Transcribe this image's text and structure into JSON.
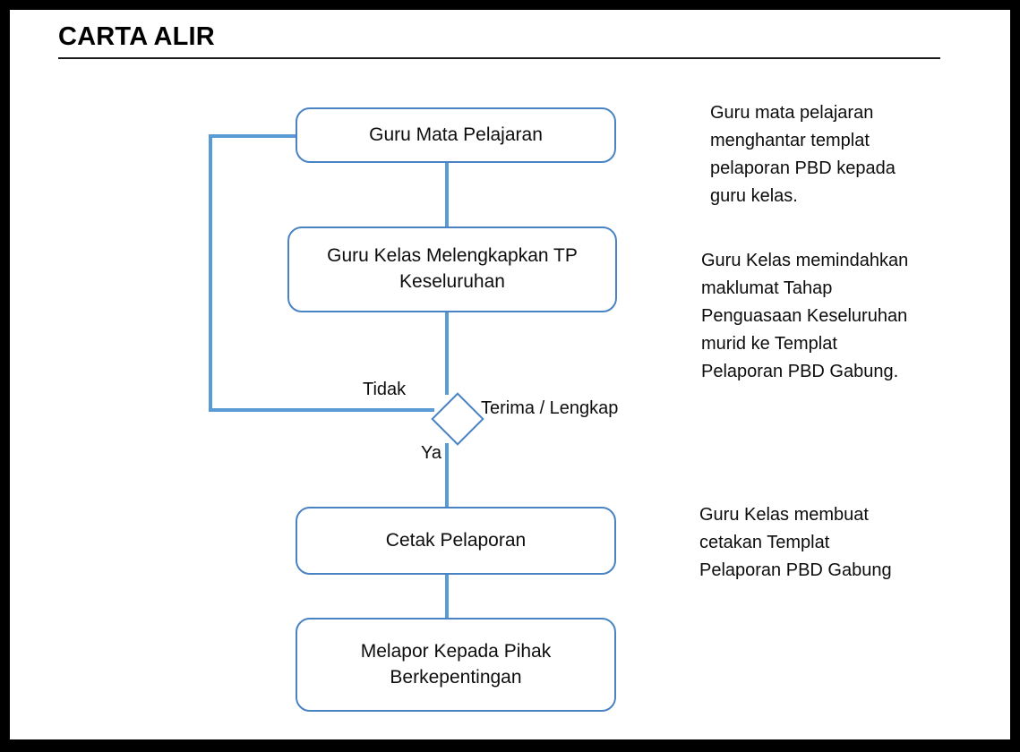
{
  "slide": {
    "title": "CARTA ALIR",
    "background_color": "#ffffff",
    "frame_color": "#000000",
    "title_rule_color": "#1a1a1a"
  },
  "theme": {
    "shape_border_color": "#4a83c4",
    "connector_color": "#5b9bd5",
    "text_color": "#0d0d0d"
  },
  "flowchart": {
    "type": "flowchart",
    "nodes": [
      {
        "id": "guru-mata-pelajaran",
        "shape": "rounded-rectangle",
        "label": "Guru Mata Pelajaran"
      },
      {
        "id": "guru-kelas-tp",
        "shape": "rounded-rectangle",
        "label": "Guru Kelas Melengkapkan TP\nKeseluruhan"
      },
      {
        "id": "terima-lengkap",
        "shape": "diamond",
        "label": "Terima / Lengkap"
      },
      {
        "id": "cetak-pelaporan",
        "shape": "rounded-rectangle",
        "label": "Cetak Pelaporan"
      },
      {
        "id": "melapor-pihak",
        "shape": "rounded-rectangle",
        "label": "Melapor Kepada Pihak\nBerkepentingan"
      }
    ],
    "edge_labels": {
      "tidak": "Tidak",
      "ya": "Ya",
      "decision": "Terima / Lengkap"
    }
  },
  "annotations": [
    {
      "id": "annotation-1",
      "text": "Guru mata pelajaran\nmenghantar templat\npelaporan PBD kepada\nguru kelas."
    },
    {
      "id": "annotation-2",
      "text": "Guru Kelas memindahkan\nmaklumat Tahap\nPenguasaan Keseluruhan\nmurid ke Templat\nPelaporan PBD Gabung."
    },
    {
      "id": "annotation-3",
      "text": "Guru Kelas membuat\ncetakan  Templat\nPelaporan PBD Gabung"
    }
  ]
}
